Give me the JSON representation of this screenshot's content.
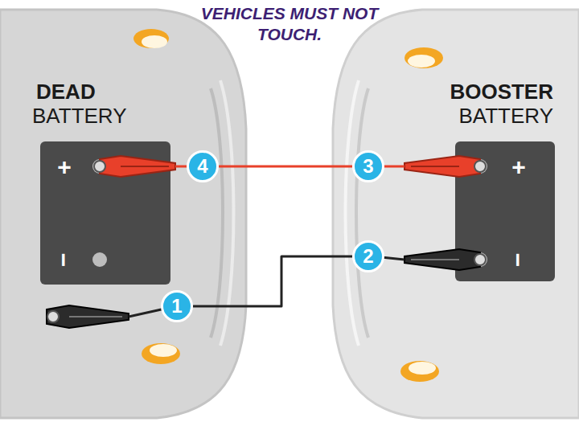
{
  "diagram": {
    "title": "VEHICLES MUST NOT TOUCH.",
    "nodes": [
      {
        "text": [
          "4"
        ]
      },
      {
        "text": [
          "3"
        ]
      },
      {
        "text": [
          "2"
        ]
      },
      {
        "text": [
          "1"
        ]
      }
    ],
    "edges": [
      {
        "from": 0,
        "to": 1,
        "arrow": "none"
      },
      {
        "from": 2,
        "to": 3,
        "arrow": "none"
      }
    ],
    "labels": [
      "DEAD",
      "BATTERY",
      "BOOSTER",
      "BATTERY",
      "+",
      "−",
      "+",
      "−"
    ]
  }
}
